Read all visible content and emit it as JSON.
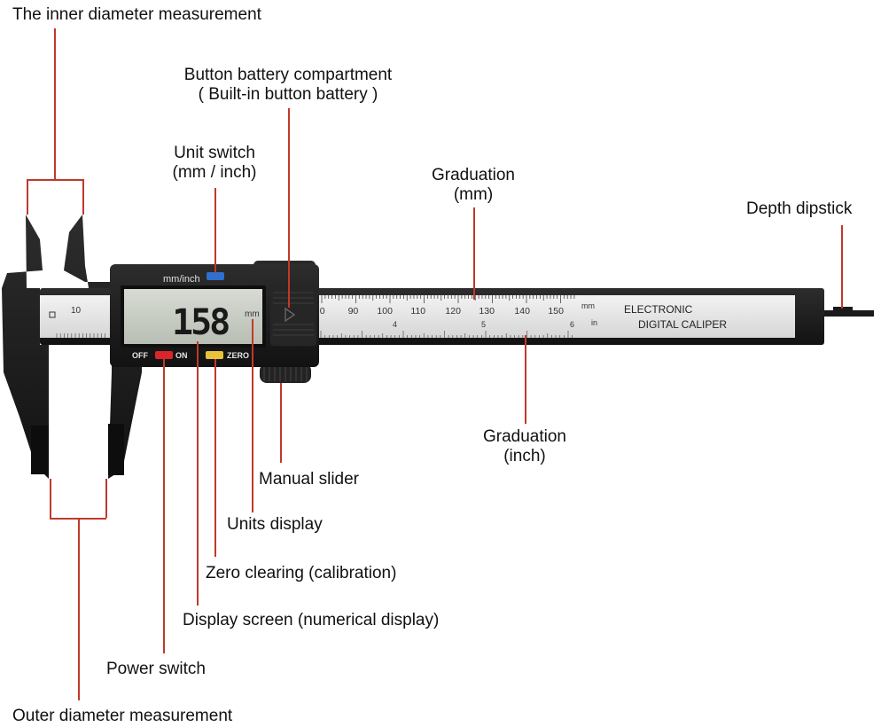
{
  "labels": {
    "inner_diameter": "The inner diameter measurement",
    "battery_line1": "Button battery compartment",
    "battery_line2": "( Built-in button battery )",
    "unit_switch_line1": "Unit switch",
    "unit_switch_line2": "(mm / inch)",
    "graduation_mm_line1": "Graduation",
    "graduation_mm_line2": "(mm)",
    "depth_dipstick": "Depth dipstick",
    "graduation_inch_line1": "Graduation",
    "graduation_inch_line2": "(inch)",
    "manual_slider": "Manual slider",
    "units_display": "Units display",
    "zero_clearing": "Zero clearing (calibration)",
    "display_screen": "Display screen (numerical display)",
    "power_switch": "Power switch",
    "outer_diameter": "Outer diameter measurement"
  },
  "device": {
    "mode_label": "mm/inch",
    "reading": "158",
    "unit": "mm",
    "off_label": "OFF",
    "on_label": "ON",
    "zero_label": "ZERO",
    "brand_line1": "ELECTRONIC",
    "brand_line2": "DIGITAL CALIPER",
    "scale_mm_unit": "mm",
    "scale_in_unit": "in",
    "mm_ticks": [
      "0",
      "90",
      "100",
      "110",
      "120",
      "130",
      "140",
      "150"
    ],
    "jaw_scale_tick": "10",
    "inch_major": [
      "4",
      "5",
      "6"
    ],
    "colors": {
      "body": "#1c1c1c",
      "lcd": "#c9cec6",
      "scale": "#e6e6e6",
      "power_button": "#d9262b",
      "unit_button": "#2f6fd0",
      "zero_button": "#e8c23a",
      "leader_line": "#c0392b"
    }
  }
}
